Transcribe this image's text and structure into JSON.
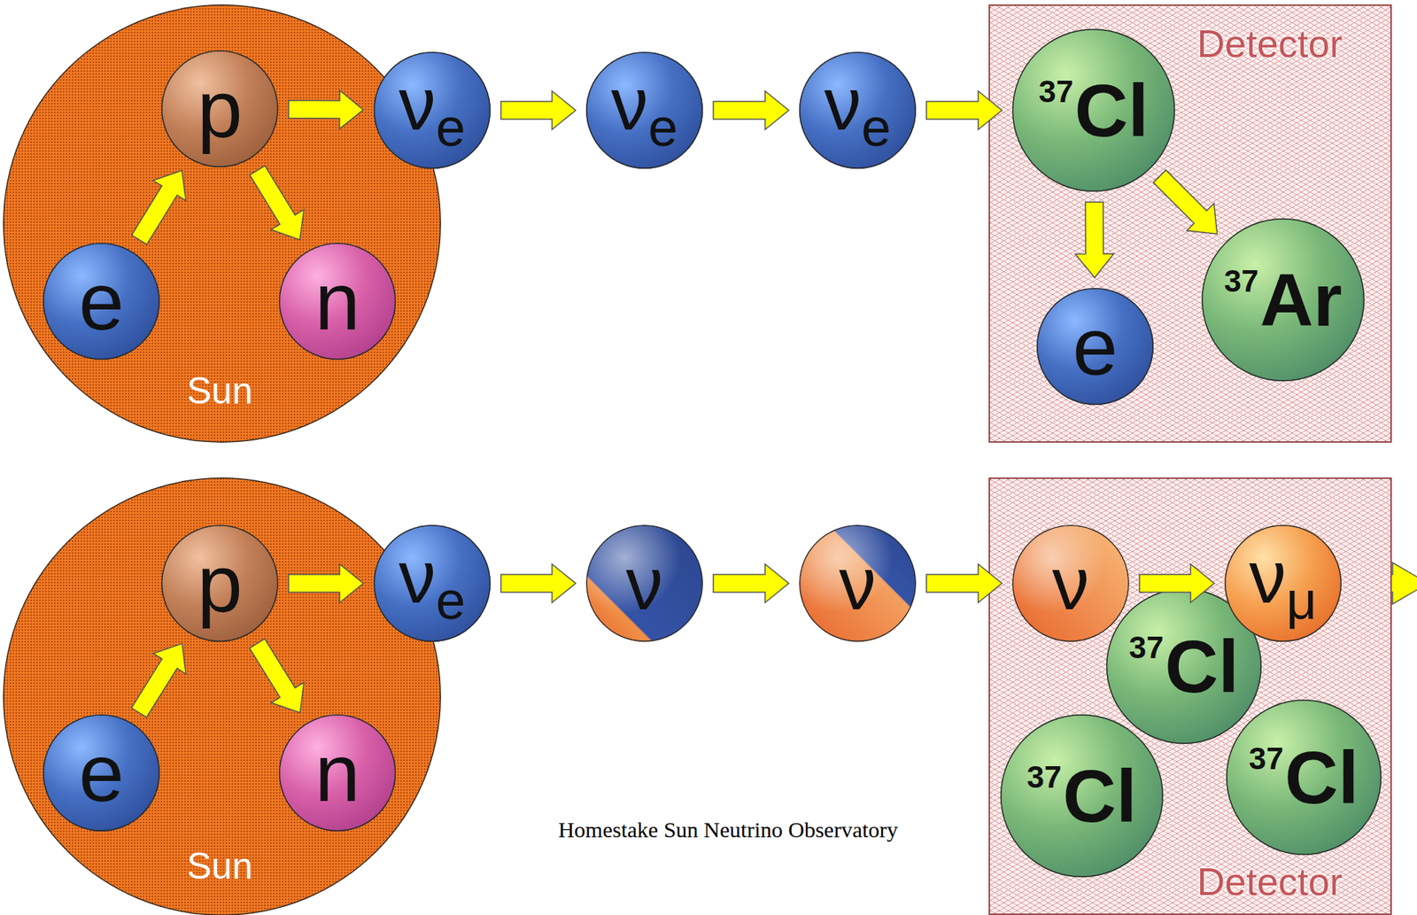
{
  "diagram": {
    "caption": "Homestake Sun Neutrino Observatory",
    "nodes": [
      {
        "text": [
          "Sun"
        ]
      },
      {
        "text": [
          "p"
        ],
        "in": 0
      },
      {
        "text": [
          "e"
        ],
        "in": 0
      },
      {
        "text": [
          "n"
        ],
        "in": 0
      },
      {
        "text": [
          "ν",
          "e"
        ]
      },
      {
        "text": [
          "ν",
          "e"
        ]
      },
      {
        "text": [
          "ν",
          "e"
        ]
      },
      {
        "text": [
          "Detector"
        ]
      },
      {
        "text": [
          "37",
          "Cl"
        ],
        "in": 7
      },
      {
        "text": [
          "e"
        ],
        "in": 7
      },
      {
        "text": [
          "37",
          "Ar"
        ],
        "in": 7
      },
      {
        "text": [
          "Sun"
        ]
      },
      {
        "text": [
          "p"
        ],
        "in": 11
      },
      {
        "text": [
          "e"
        ],
        "in": 11
      },
      {
        "text": [
          "n"
        ],
        "in": 11
      },
      {
        "text": [
          "ν",
          "e"
        ]
      },
      {
        "text": [
          "ν"
        ]
      },
      {
        "text": [
          "ν"
        ]
      },
      {
        "text": [
          "Detector"
        ]
      },
      {
        "text": [
          "ν"
        ],
        "in": 18
      },
      {
        "text": [
          "37",
          "Cl"
        ],
        "in": 18
      },
      {
        "text": [
          "ν",
          "μ"
        ],
        "in": 18
      },
      {
        "text": [
          "37",
          "Cl"
        ],
        "in": 18
      },
      {
        "text": [
          "37",
          "Cl"
        ],
        "in": 18
      }
    ],
    "edges": [
      {
        "from": 2,
        "to": 1,
        "arrow": "to"
      },
      {
        "from": 1,
        "to": 3,
        "arrow": "to"
      },
      {
        "from": 1,
        "to": 4,
        "arrow": "to"
      },
      {
        "from": 4,
        "to": 5,
        "arrow": "to"
      },
      {
        "from": 5,
        "to": 6,
        "arrow": "to"
      },
      {
        "from": 6,
        "to": 8,
        "arrow": "to"
      },
      {
        "from": 8,
        "to": 9,
        "arrow": "to"
      },
      {
        "from": 8,
        "to": 10,
        "arrow": "to"
      },
      {
        "from": 13,
        "to": 12,
        "arrow": "to"
      },
      {
        "from": 12,
        "to": 14,
        "arrow": "to"
      },
      {
        "from": 12,
        "to": 15,
        "arrow": "to"
      },
      {
        "from": 15,
        "to": 16,
        "arrow": "to"
      },
      {
        "from": 16,
        "to": 17,
        "arrow": "to"
      },
      {
        "from": 17,
        "to": 19,
        "arrow": "to"
      },
      {
        "from": 19,
        "to": 21,
        "arrow": "to"
      }
    ]
  }
}
